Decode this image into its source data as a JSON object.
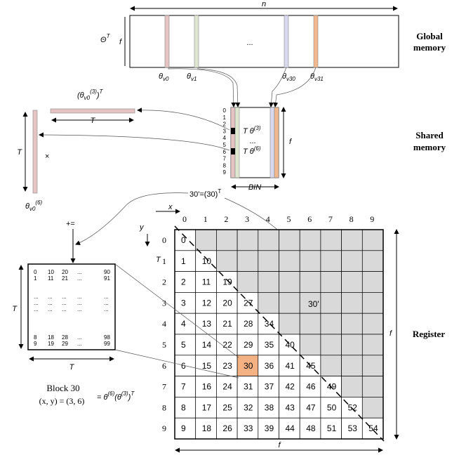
{
  "colors": {
    "pink": "#e6c3c3",
    "green": "#dfe6cf",
    "lavender": "#d8d8ee",
    "orange": "#f2b88d",
    "gray": "#d9d9d9",
    "highlight": "#f4b183"
  },
  "global_memory": {
    "label_line1": "Global",
    "label_line2": "memory",
    "width_label": "n",
    "height_label": "f",
    "matrix_label": "Θ",
    "matrix_sup": "T",
    "ellipsis": "...",
    "columns": [
      {
        "base": "θ",
        "sub": "v0",
        "color": "#e6c3c3"
      },
      {
        "base": "θ",
        "sub": "v1",
        "color": "#dfe6cf"
      },
      {
        "base": "θ",
        "sub": "v30",
        "color": "#d8d8ee"
      },
      {
        "base": "θ",
        "sub": "v31",
        "color": "#f2b88d"
      }
    ]
  },
  "shared_memory": {
    "label_line1": "Shared",
    "label_line2": "memory",
    "height_label": "f",
    "width_label": "BIN",
    "ellipsis": "...",
    "row_indices": [
      "0",
      "1",
      "2",
      "3",
      "4",
      "5",
      "6",
      "7",
      "8",
      "9"
    ],
    "tile_a": {
      "t": "T",
      "theta": "θ",
      "sup": "(3)"
    },
    "tile_b": {
      "t": "T",
      "theta": "θ",
      "sup": "(6)"
    }
  },
  "left_vectors": {
    "row_label": "(θ",
    "row_sub": "v0",
    "row_sup": "(3)",
    "row_close": ")",
    "row_T": "T",
    "row_len": "T",
    "col_len": "T",
    "col_label": "θ",
    "col_sub": "v0",
    "col_sup": "(6)",
    "times": "×"
  },
  "mapping_label": {
    "main": "30'=(30)",
    "sup": "T"
  },
  "accum": {
    "plus_eq": "+=",
    "side_label": "T",
    "bottom_label": "T",
    "rows": [
      [
        "0",
        "10",
        "20",
        "...",
        "90"
      ],
      [
        "1",
        "11",
        "21",
        "...",
        "91"
      ],
      [
        "...",
        "...",
        "...",
        "...",
        "..."
      ],
      [
        "...",
        "...",
        "...",
        "...",
        "..."
      ],
      [
        "...",
        "...",
        "...",
        "...",
        "..."
      ],
      [
        "8",
        "18",
        "28",
        "...",
        "98"
      ],
      [
        "9",
        "19",
        "29",
        "...",
        "99"
      ]
    ]
  },
  "block_formula": {
    "line1": "Block 30",
    "line2": "(x, y) = (3, 6)",
    "eq": "= θ",
    "sup1": "(6)",
    "mid": "(θ",
    "sup2": "(3)",
    "close": ")",
    "sup3": "T"
  },
  "register": {
    "label": "Register",
    "x_axis": "x",
    "y_axis": "y",
    "t_marker": "T",
    "f_right": "f",
    "f_bottom": "f",
    "col_indices": [
      "0",
      "1",
      "2",
      "3",
      "4",
      "5",
      "6",
      "7",
      "8",
      "9"
    ],
    "row_indices": [
      "0",
      "1",
      "2",
      "3",
      "4",
      "5",
      "6",
      "7",
      "8",
      "9"
    ],
    "highlight": {
      "row": 6,
      "col": 3
    },
    "mirror_label": "30'",
    "cells": [
      [
        "0"
      ],
      [
        "1",
        "10"
      ],
      [
        "2",
        "11",
        "19"
      ],
      [
        "3",
        "12",
        "20",
        "27"
      ],
      [
        "4",
        "13",
        "21",
        "28",
        "34"
      ],
      [
        "5",
        "14",
        "22",
        "29",
        "35",
        "40"
      ],
      [
        "6",
        "15",
        "23",
        "30",
        "36",
        "41",
        "45"
      ],
      [
        "7",
        "16",
        "24",
        "31",
        "37",
        "42",
        "46",
        "49"
      ],
      [
        "8",
        "17",
        "25",
        "32",
        "38",
        "43",
        "47",
        "50",
        "52"
      ],
      [
        "9",
        "18",
        "26",
        "33",
        "39",
        "44",
        "48",
        "51",
        "53",
        "54"
      ]
    ]
  }
}
